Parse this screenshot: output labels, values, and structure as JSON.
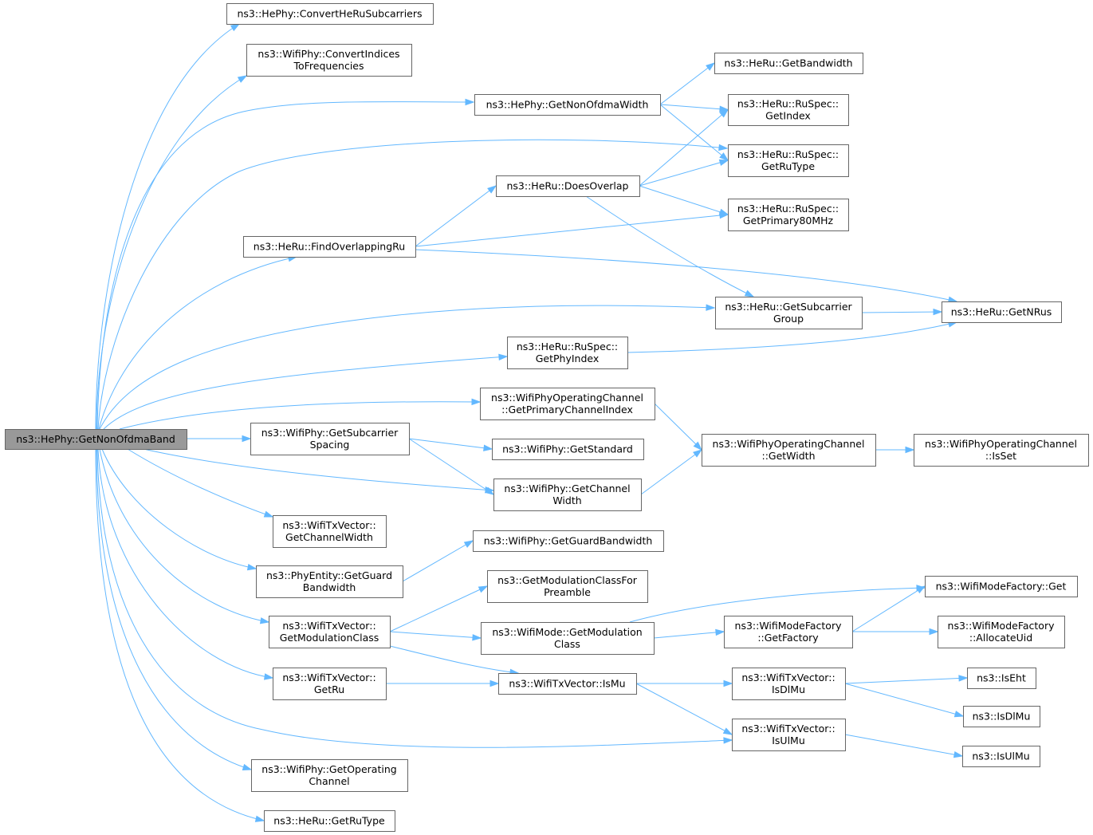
{
  "colors": {
    "edge": "#63b8ff",
    "node_border": "#666666",
    "root_fill": "#999999",
    "node_fill": "#ffffff"
  },
  "nodes": [
    {
      "id": "root",
      "lines": [
        "ns3::HePhy::GetNonOfdmaBand"
      ],
      "root": true
    },
    {
      "id": "convertHeRu",
      "lines": [
        "ns3::HePhy::ConvertHeRuSubcarriers"
      ]
    },
    {
      "id": "convertIdx",
      "lines": [
        "ns3::WifiPhy::ConvertIndices",
        "ToFrequencies"
      ]
    },
    {
      "id": "getNonOfdmaWidth",
      "lines": [
        "ns3::HePhy::GetNonOfdmaWidth"
      ]
    },
    {
      "id": "findOverlapping",
      "lines": [
        "ns3::HeRu::FindOverlappingRu"
      ]
    },
    {
      "id": "doesOverlap",
      "lines": [
        "ns3::HeRu::DoesOverlap"
      ]
    },
    {
      "id": "getBandwidth",
      "lines": [
        "ns3::HeRu::GetBandwidth"
      ]
    },
    {
      "id": "getIndex",
      "lines": [
        "ns3::HeRu::RuSpec::",
        "GetIndex"
      ]
    },
    {
      "id": "getRuTypeSpec",
      "lines": [
        "ns3::HeRu::RuSpec::",
        "GetRuType"
      ]
    },
    {
      "id": "getPrimary80",
      "lines": [
        "ns3::HeRu::RuSpec::",
        "GetPrimary80MHz"
      ]
    },
    {
      "id": "getSubcarrierGroup",
      "lines": [
        "ns3::HeRu::GetSubcarrier",
        "Group"
      ]
    },
    {
      "id": "getNRus",
      "lines": [
        "ns3::HeRu::GetNRus"
      ]
    },
    {
      "id": "getPhyIndex",
      "lines": [
        "ns3::HeRu::RuSpec::",
        "GetPhyIndex"
      ]
    },
    {
      "id": "getPrimaryChannelIndex",
      "lines": [
        "ns3::WifiPhyOperatingChannel",
        "::GetPrimaryChannelIndex"
      ]
    },
    {
      "id": "getSubcarrierSpacing",
      "lines": [
        "ns3::WifiPhy::GetSubcarrier",
        "Spacing"
      ]
    },
    {
      "id": "getStandard",
      "lines": [
        "ns3::WifiPhy::GetStandard"
      ]
    },
    {
      "id": "opGetWidth",
      "lines": [
        "ns3::WifiPhyOperatingChannel",
        "::GetWidth"
      ]
    },
    {
      "id": "opIsSet",
      "lines": [
        "ns3::WifiPhyOperatingChannel",
        "::IsSet"
      ]
    },
    {
      "id": "getChannelWidthPhy",
      "lines": [
        "ns3::WifiPhy::GetChannel",
        "Width"
      ]
    },
    {
      "id": "txGetChannelWidth",
      "lines": [
        "ns3::WifiTxVector::",
        "GetChannelWidth"
      ]
    },
    {
      "id": "getGuardBandwidthPhy",
      "lines": [
        "ns3::WifiPhy::GetGuardBandwidth"
      ]
    },
    {
      "id": "peGetGuard",
      "lines": [
        "ns3::PhyEntity::GetGuard",
        "Bandwidth"
      ]
    },
    {
      "id": "getModClassForPreamble",
      "lines": [
        "ns3::GetModulationClassFor",
        "Preamble"
      ]
    },
    {
      "id": "txGetModClass",
      "lines": [
        "ns3::WifiTxVector::",
        "GetModulationClass"
      ]
    },
    {
      "id": "modeGetModClass",
      "lines": [
        "ns3::WifiMode::GetModulation",
        "Class"
      ]
    },
    {
      "id": "factoryGetFactory",
      "lines": [
        "ns3::WifiModeFactory",
        "::GetFactory"
      ]
    },
    {
      "id": "factoryGet",
      "lines": [
        "ns3::WifiModeFactory::Get"
      ]
    },
    {
      "id": "factoryAllocate",
      "lines": [
        "ns3::WifiModeFactory",
        "::AllocateUid"
      ]
    },
    {
      "id": "txGetRu",
      "lines": [
        "ns3::WifiTxVector::",
        "GetRu"
      ]
    },
    {
      "id": "txIsMu",
      "lines": [
        "ns3::WifiTxVector::IsMu"
      ]
    },
    {
      "id": "txIsDlMu",
      "lines": [
        "ns3::WifiTxVector::",
        "IsDlMu"
      ]
    },
    {
      "id": "txIsUlMu",
      "lines": [
        "ns3::WifiTxVector::",
        "IsUlMu"
      ]
    },
    {
      "id": "isEht",
      "lines": [
        "ns3::IsEht"
      ]
    },
    {
      "id": "isDlMu",
      "lines": [
        "ns3::IsDlMu"
      ]
    },
    {
      "id": "isUlMu",
      "lines": [
        "ns3::IsUlMu"
      ]
    },
    {
      "id": "phyGetOperating",
      "lines": [
        "ns3::WifiPhy::GetOperating",
        "Channel"
      ]
    },
    {
      "id": "heRuGetRuType",
      "lines": [
        "ns3::HeRu::GetRuType"
      ]
    }
  ],
  "edges": [
    {
      "from": "root",
      "to": "convertHeRu"
    },
    {
      "from": "root",
      "to": "convertIdx"
    },
    {
      "from": "root",
      "to": "getNonOfdmaWidth"
    },
    {
      "from": "root",
      "to": "getRuTypeSpec"
    },
    {
      "from": "root",
      "to": "findOverlapping"
    },
    {
      "from": "root",
      "to": "getSubcarrierGroup"
    },
    {
      "from": "root",
      "to": "getPhyIndex"
    },
    {
      "from": "root",
      "to": "getPrimaryChannelIndex"
    },
    {
      "from": "root",
      "to": "getSubcarrierSpacing"
    },
    {
      "from": "root",
      "to": "getChannelWidthPhy"
    },
    {
      "from": "root",
      "to": "txGetChannelWidth"
    },
    {
      "from": "root",
      "to": "peGetGuard"
    },
    {
      "from": "root",
      "to": "txGetModClass"
    },
    {
      "from": "root",
      "to": "txGetRu"
    },
    {
      "from": "root",
      "to": "txIsUlMu"
    },
    {
      "from": "root",
      "to": "phyGetOperating"
    },
    {
      "from": "root",
      "to": "heRuGetRuType"
    },
    {
      "from": "getNonOfdmaWidth",
      "to": "getBandwidth"
    },
    {
      "from": "getNonOfdmaWidth",
      "to": "getIndex"
    },
    {
      "from": "getNonOfdmaWidth",
      "to": "getRuTypeSpec"
    },
    {
      "from": "findOverlapping",
      "to": "doesOverlap"
    },
    {
      "from": "findOverlapping",
      "to": "getPrimary80"
    },
    {
      "from": "findOverlapping",
      "to": "getNRus"
    },
    {
      "from": "doesOverlap",
      "to": "getIndex"
    },
    {
      "from": "doesOverlap",
      "to": "getRuTypeSpec"
    },
    {
      "from": "doesOverlap",
      "to": "getPrimary80"
    },
    {
      "from": "doesOverlap",
      "to": "getSubcarrierGroup"
    },
    {
      "from": "getSubcarrierGroup",
      "to": "getNRus"
    },
    {
      "from": "getPhyIndex",
      "to": "getNRus"
    },
    {
      "from": "getPrimaryChannelIndex",
      "to": "opGetWidth"
    },
    {
      "from": "getSubcarrierSpacing",
      "to": "getStandard"
    },
    {
      "from": "getSubcarrierSpacing",
      "to": "getChannelWidthPhy"
    },
    {
      "from": "getChannelWidthPhy",
      "to": "opGetWidth"
    },
    {
      "from": "opGetWidth",
      "to": "opIsSet"
    },
    {
      "from": "peGetGuard",
      "to": "getGuardBandwidthPhy"
    },
    {
      "from": "txGetModClass",
      "to": "getModClassForPreamble"
    },
    {
      "from": "txGetModClass",
      "to": "modeGetModClass"
    },
    {
      "from": "txGetModClass",
      "to": "txIsMu"
    },
    {
      "from": "modeGetModClass",
      "to": "factoryGetFactory"
    },
    {
      "from": "modeGetModClass",
      "to": "factoryGet"
    },
    {
      "from": "factoryGetFactory",
      "to": "factoryGet"
    },
    {
      "from": "factoryGetFactory",
      "to": "factoryAllocate"
    },
    {
      "from": "txGetRu",
      "to": "txIsMu"
    },
    {
      "from": "txIsMu",
      "to": "txIsDlMu"
    },
    {
      "from": "txIsMu",
      "to": "txIsUlMu"
    },
    {
      "from": "txIsDlMu",
      "to": "isEht"
    },
    {
      "from": "txIsDlMu",
      "to": "isDlMu"
    },
    {
      "from": "txIsUlMu",
      "to": "isUlMu"
    }
  ]
}
